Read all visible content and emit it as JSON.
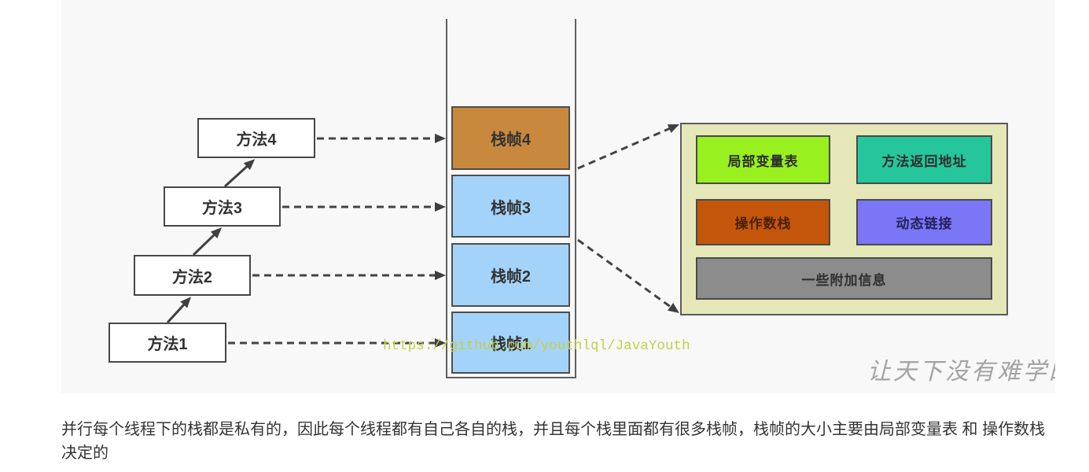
{
  "diagram": {
    "methods": [
      {
        "label": "方法4"
      },
      {
        "label": "方法3"
      },
      {
        "label": "方法2"
      },
      {
        "label": "方法1"
      }
    ],
    "stack_frames": [
      {
        "label": "栈帧4",
        "color": "#c8893e"
      },
      {
        "label": "栈帧3",
        "color": "#a4d3f9"
      },
      {
        "label": "栈帧2",
        "color": "#a4d3f9"
      },
      {
        "label": "栈帧1",
        "color": "#a4d3f9"
      }
    ],
    "frame_structure": {
      "color": "#e5e7b8",
      "parts": [
        {
          "label": "局部变量表",
          "color": "#98f01e"
        },
        {
          "label": "方法返回地址",
          "color": "#26c69c"
        },
        {
          "label": "操作数栈",
          "color": "#c4560c"
        },
        {
          "label": "动态链接",
          "color": "#7a76f6"
        },
        {
          "label": "一些附加信息",
          "color": "#8c8c8c"
        }
      ]
    },
    "watermarks": {
      "url": "https://github.com/youthlql/JavaYouth",
      "url_color": "#c2d04a",
      "slogan": "让天下没有难学的"
    }
  },
  "article": {
    "paragraph": "并行每个线程下的栈都是私有的，因此每个线程都有自己各自的栈，并且每个栈里面都有很多栈帧，栈帧的大小主要由局部变量表 和 操作数栈决定的"
  }
}
